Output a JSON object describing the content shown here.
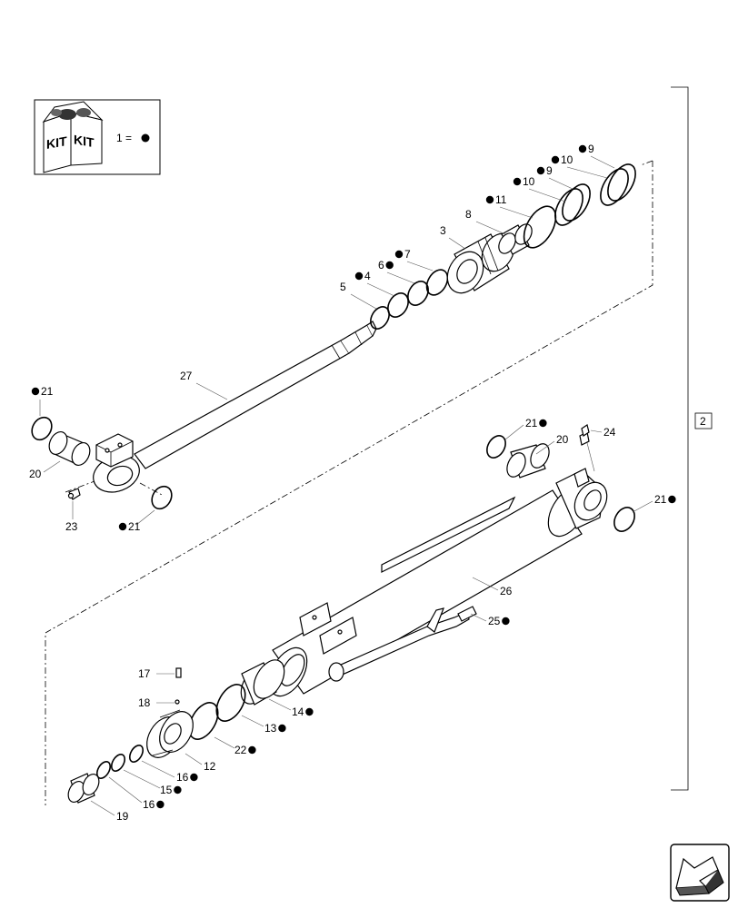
{
  "legend": {
    "kit_text_1": "KIT",
    "kit_text_2": "KIT",
    "equation": "1 ="
  },
  "group_ref": "2",
  "callouts": [
    {
      "id": "c9a",
      "text": "9",
      "kit": true
    },
    {
      "id": "c10a",
      "text": "10",
      "kit": true
    },
    {
      "id": "c9b",
      "text": "9",
      "kit": true
    },
    {
      "id": "c10b",
      "text": "10",
      "kit": true
    },
    {
      "id": "c11",
      "text": "11",
      "kit": true
    },
    {
      "id": "c8",
      "text": "8",
      "kit": false
    },
    {
      "id": "c3",
      "text": "3",
      "kit": false
    },
    {
      "id": "c7",
      "text": "7",
      "kit": true
    },
    {
      "id": "c6",
      "text": "6",
      "kit": true
    },
    {
      "id": "c4",
      "text": "4",
      "kit": true
    },
    {
      "id": "c5",
      "text": "5",
      "kit": false
    },
    {
      "id": "c27",
      "text": "27",
      "kit": false
    },
    {
      "id": "c21a",
      "text": "21",
      "kit": true
    },
    {
      "id": "c20a",
      "text": "20",
      "kit": false
    },
    {
      "id": "c23",
      "text": "23",
      "kit": false
    },
    {
      "id": "c21b",
      "text": "21",
      "kit": true
    },
    {
      "id": "c21c",
      "text": "21",
      "kit": true
    },
    {
      "id": "c20b",
      "text": "20",
      "kit": false
    },
    {
      "id": "c24",
      "text": "24",
      "kit": false
    },
    {
      "id": "c21d",
      "text": "21",
      "kit": true
    },
    {
      "id": "c26",
      "text": "26",
      "kit": false
    },
    {
      "id": "c25",
      "text": "25",
      "kit": true
    },
    {
      "id": "c17",
      "text": "17",
      "kit": false
    },
    {
      "id": "c18",
      "text": "18",
      "kit": false
    },
    {
      "id": "c14",
      "text": "14",
      "kit": true
    },
    {
      "id": "c13",
      "text": "13",
      "kit": true
    },
    {
      "id": "c22",
      "text": "22",
      "kit": true
    },
    {
      "id": "c12",
      "text": "12",
      "kit": false
    },
    {
      "id": "c16a",
      "text": "16",
      "kit": true
    },
    {
      "id": "c15",
      "text": "15",
      "kit": true
    },
    {
      "id": "c16b",
      "text": "16",
      "kit": true
    },
    {
      "id": "c19",
      "text": "19",
      "kit": false
    }
  ]
}
